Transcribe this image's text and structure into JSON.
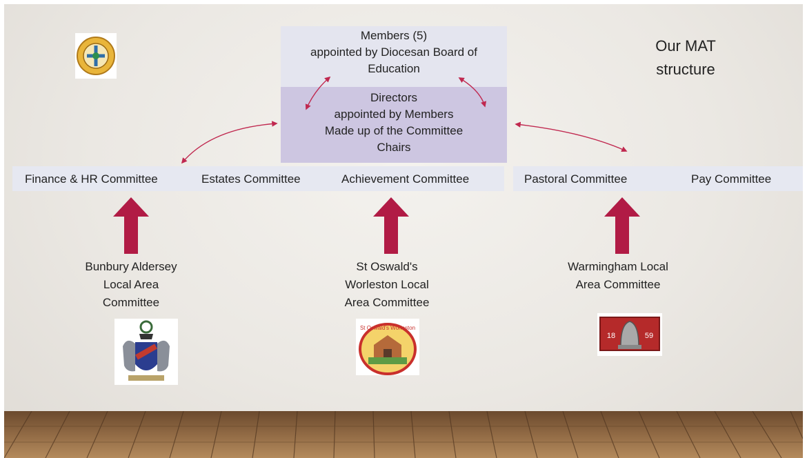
{
  "title": "Our  MAT structure",
  "members_box": {
    "lines": [
      "Members (5)",
      "appointed by Diocesan Board of",
      "Education"
    ]
  },
  "directors_box": {
    "lines": [
      "Directors",
      "appointed by Members",
      "Made up of the Committee",
      "Chairs"
    ]
  },
  "committees": [
    "Finance & HR Committee",
    "Estates Committee",
    "Achievement Committee",
    "Pastoral Committee",
    "Pay Committee"
  ],
  "local_area_committees": [
    {
      "lines": [
        "Bunbury Aldersey",
        "Local Area",
        "Committee"
      ],
      "logo": "bunbury-aldersey-crest"
    },
    {
      "lines": [
        "St Oswald's",
        "Worleston Local",
        "Area Committee"
      ],
      "logo": "st-oswalds-worleston-badge"
    },
    {
      "lines": [
        "Warmingham Local",
        "Area Committee"
      ],
      "logo": "warmingham-bell-badge"
    }
  ],
  "logos": {
    "st_oswalds_logo_text": "St Oswald's Worleston",
    "warmingham_logo_text": [
      "18",
      "59"
    ]
  },
  "colors": {
    "members_box": "#e4e5ef",
    "directors_box": "#cdc6e1",
    "committee_band": "#e6e8f1",
    "arrow": "#b11b45",
    "connector": "#c0284f"
  }
}
